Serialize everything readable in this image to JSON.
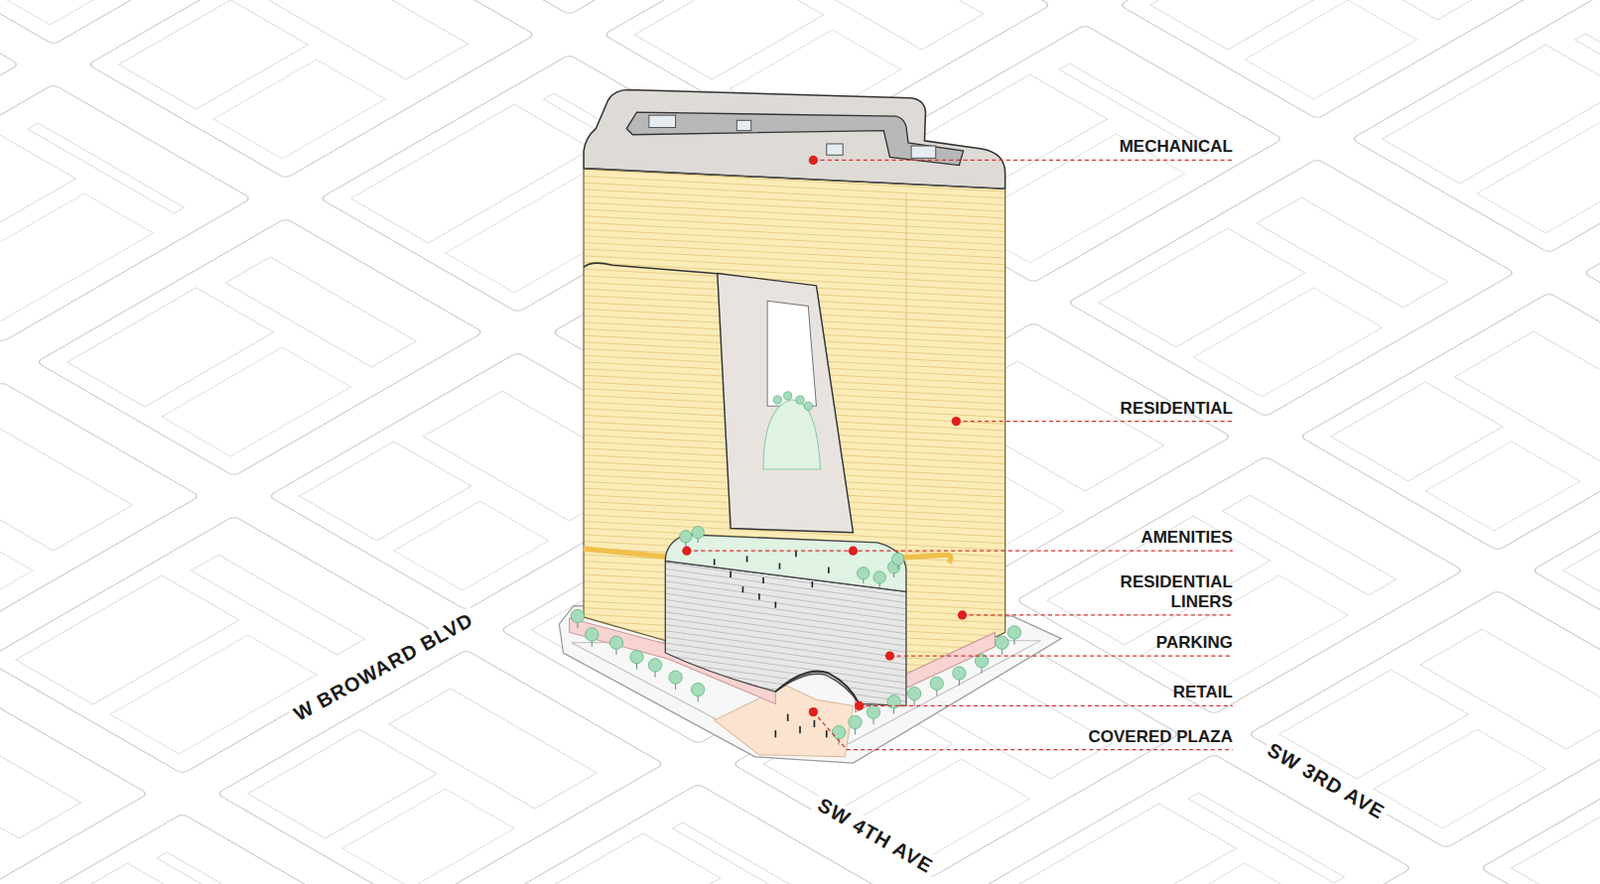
{
  "diagram": {
    "labels": [
      "MECHANICAL",
      "RESIDENTIAL",
      "AMENITIES",
      "RESIDENTIAL LINERS",
      "PARKING",
      "RETAIL",
      "COVERED PLAZA",
      "W BROWARD BLVD",
      "SW 4TH AVE",
      "SW 3RD AVE"
    ]
  }
}
